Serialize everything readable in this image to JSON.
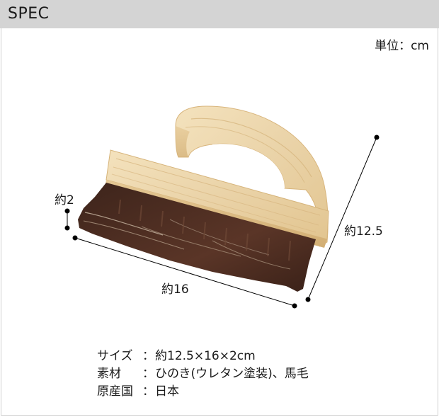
{
  "header": {
    "title": "SPEC"
  },
  "unit_label": "単位：cm",
  "dimensions": {
    "height": "約2",
    "width": "約16",
    "depth": "約12.5"
  },
  "product_image": {
    "subject": "brush-with-wooden-handle-and-horsehair-bristles"
  },
  "colors": {
    "header_bg": "#d4d4d4",
    "wood": "#ead3a8",
    "bristle": "#4a2c22"
  },
  "specs": [
    {
      "label": "サイズ",
      "sep": "：",
      "value": "約12.5×16×2cm"
    },
    {
      "label": "素材",
      "sep": "：",
      "value": "ひのき(ウレタン塗装)、馬毛"
    },
    {
      "label": "原産国",
      "sep": "：",
      "value": "日本"
    }
  ]
}
